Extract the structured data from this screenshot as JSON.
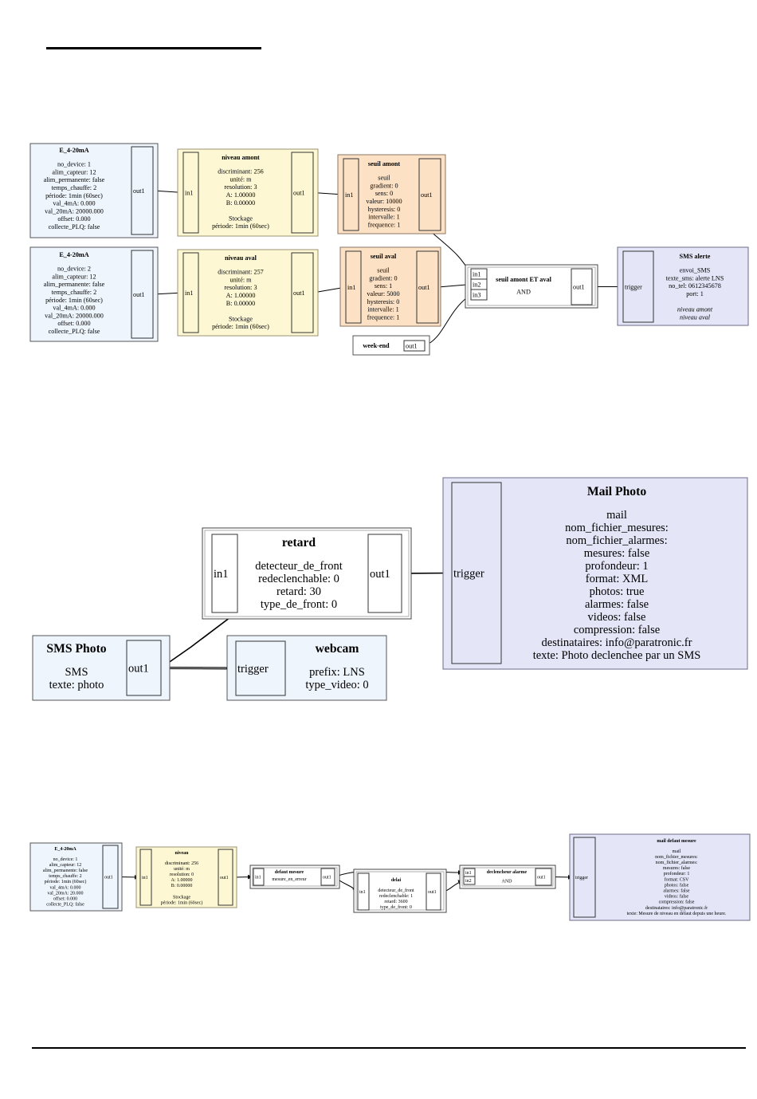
{
  "colors": {
    "input_fill": "#eef5fd",
    "level_fill": "#fdf8d3",
    "level_border": "#9a9370",
    "threshold_fill": "#fde1c4",
    "threshold_border": "#8b7565",
    "logic_fill": "#ffffff",
    "action_fill": "#e4e6f8",
    "action_border": "#6b6b8a",
    "edge": "#000000"
  },
  "diagrams": [
    {
      "id": "diagram1",
      "nodes": [
        {
          "id": "e1",
          "type": "input",
          "title": "E_4-20mA",
          "lines": [
            "no_device: 1",
            "alim_capteur: 12",
            "alim_permanente: false",
            "temps_chauffe: 2",
            "période: 1min (60sec)",
            "val_4mA: 0.000",
            "val_20mA: 20000.000",
            "offset: 0.000",
            "collecte_PLQ: false"
          ],
          "in_ports": [],
          "out_ports": [
            "out1"
          ]
        },
        {
          "id": "e2",
          "type": "input",
          "title": "E_4-20mA",
          "lines": [
            "no_device: 2",
            "alim_capteur: 12",
            "alim_permanente: false",
            "temps_chauffe: 2",
            "période: 1min (60sec)",
            "val_4mA: 0.000",
            "val_20mA: 20000.000",
            "offset: 0.000",
            "collecte_PLQ: false"
          ],
          "in_ports": [],
          "out_ports": [
            "out1"
          ]
        },
        {
          "id": "n1",
          "type": "level",
          "title": "niveau amont",
          "lines": [
            "discriminant: 256",
            "unité: m",
            "resolution: 3",
            "A: 1.00000",
            "B: 0.00000",
            "",
            "Stockage",
            "période: 1min (60sec)"
          ],
          "in_ports": [
            "in1"
          ],
          "out_ports": [
            "out1"
          ]
        },
        {
          "id": "n2",
          "type": "level",
          "title": "niveau aval",
          "lines": [
            "discriminant: 257",
            "unité: m",
            "resolution: 3",
            "A: 1.00000",
            "B: 0.00000",
            "",
            "Stockage",
            "période: 1min (60sec)"
          ],
          "in_ports": [
            "in1"
          ],
          "out_ports": [
            "out1"
          ]
        },
        {
          "id": "s1",
          "type": "threshold",
          "title": "seuil amont",
          "lines": [
            "seuil",
            "gradient: 0",
            "sens: 0",
            "valeur: 10000",
            "hysteresis: 0",
            "intervalle: 1",
            "frequence: 1"
          ],
          "in_ports": [
            "in1"
          ],
          "out_ports": [
            "out1"
          ]
        },
        {
          "id": "s2",
          "type": "threshold",
          "title": "seuil aval",
          "lines": [
            "seuil",
            "gradient: 0",
            "sens: 1",
            "valeur: 5000",
            "hysteresis: 0",
            "intervalle: 1",
            "frequence: 1"
          ],
          "in_ports": [
            "in1"
          ],
          "out_ports": [
            "out1"
          ]
        },
        {
          "id": "we",
          "type": "logic",
          "title": "week-end",
          "lines": [],
          "in_ports": [],
          "out_ports": [
            "out1"
          ]
        },
        {
          "id": "and1",
          "type": "logic",
          "title": "seuil amont ET aval",
          "lines": [
            "AND"
          ],
          "in_ports": [
            "in1",
            "in2",
            "in3"
          ],
          "out_ports": [
            "out1"
          ]
        },
        {
          "id": "sms",
          "type": "action",
          "title": "SMS alerte",
          "lines": [
            "envoi_SMS",
            "texte_sms: alerte LNS",
            "no_tel: 0612345678",
            "port: 1"
          ],
          "italic_lines": [
            "niveau amont",
            "niveau aval"
          ],
          "in_ports": [
            "trigger"
          ],
          "out_ports": []
        }
      ],
      "edges": [
        {
          "from": "e1.out1",
          "to": "n1.in1"
        },
        {
          "from": "e2.out1",
          "to": "n2.in1"
        },
        {
          "from": "n1.out1",
          "to": "s1.in1"
        },
        {
          "from": "n2.out1",
          "to": "s2.in1"
        },
        {
          "from": "s1.out1",
          "to": "and1.in1"
        },
        {
          "from": "s2.out1",
          "to": "and1.in2"
        },
        {
          "from": "we.out1",
          "to": "and1.in3"
        },
        {
          "from": "and1.out1",
          "to": "sms.trigger"
        }
      ]
    },
    {
      "id": "diagram2",
      "nodes": [
        {
          "id": "smsp",
          "type": "input",
          "title": "SMS Photo",
          "lines": [
            "SMS",
            "texte: photo"
          ],
          "in_ports": [],
          "out_ports": [
            "out1"
          ]
        },
        {
          "id": "ret",
          "type": "logic",
          "title": "retard",
          "lines": [
            "detecteur_de_front",
            "redeclenchable: 0",
            "retard: 30",
            "type_de_front: 0"
          ],
          "in_ports": [
            "in1"
          ],
          "out_ports": [
            "out1"
          ]
        },
        {
          "id": "cam",
          "type": "input",
          "title": "webcam",
          "lines": [
            "prefix: LNS",
            "type_video: 0"
          ],
          "in_ports": [
            "trigger"
          ],
          "out_ports": []
        },
        {
          "id": "mail",
          "type": "action",
          "title": "Mail Photo",
          "lines": [
            "mail",
            "nom_fichier_mesures:",
            "nom_fichier_alarmes:",
            "mesures: false",
            "profondeur: 1",
            "format: XML",
            "photos: true",
            "alarmes: false",
            "videos: false",
            "compression: false",
            "destinataires: info@paratronic.fr",
            "texte: Photo declenchee par un SMS"
          ],
          "in_ports": [
            "trigger"
          ],
          "out_ports": []
        }
      ],
      "edges": [
        {
          "from": "smsp.out1",
          "to": "ret.in1"
        },
        {
          "from": "smsp.out1",
          "to": "cam.trigger"
        },
        {
          "from": "ret.out1",
          "to": "mail.trigger"
        }
      ]
    },
    {
      "id": "diagram3",
      "nodes": [
        {
          "id": "e3",
          "type": "input",
          "title": "E_4-20mA",
          "lines": [
            "no_device: 1",
            "alim_capteur: 12",
            "alim_permanente: false",
            "temps_chauffe: 2",
            "période: 1min (60sec)",
            "val_4mA: 0.000",
            "val_20mA: 20.000",
            "offset: 0.000",
            "collecte_PLQ: false"
          ],
          "in_ports": [],
          "out_ports": [
            "out1"
          ]
        },
        {
          "id": "niv",
          "type": "level",
          "title": "niveau",
          "lines": [
            "discriminant: 256",
            "unité: m",
            "resolution: 0",
            "A: 1.00000",
            "B: 0.00000",
            "",
            "Stockage",
            "période: 1min (60sec)"
          ],
          "in_ports": [
            "in1"
          ],
          "out_ports": [
            "out1"
          ]
        },
        {
          "id": "dm",
          "type": "logic",
          "title": "defaut mesure",
          "lines": [
            "mesure_en_erreur"
          ],
          "in_ports": [
            "in1"
          ],
          "out_ports": [
            "out1"
          ]
        },
        {
          "id": "del",
          "type": "logic",
          "title": "delai",
          "lines": [
            "detecteur_de_front",
            "redeclenchable: 1",
            "retard: 3600",
            "type_de_front: 0"
          ],
          "in_ports": [
            "in1"
          ],
          "out_ports": [
            "out1"
          ]
        },
        {
          "id": "dec",
          "type": "logic",
          "title": "declencheur alarme",
          "lines": [
            "AND"
          ],
          "in_ports": [
            "in1",
            "in2"
          ],
          "out_ports": [
            "out1"
          ]
        },
        {
          "id": "mdm",
          "type": "action",
          "title": "mail defaut mesure",
          "lines": [
            "mail",
            "nom_fichier_mesures:",
            "nom_fichier_alarmes:",
            "mesures: false",
            "profondeur: 1",
            "format: CSV",
            "photos: false",
            "alarmes: false",
            "videos: false",
            "compression: false",
            "destinataires: info@paratronic.fr",
            "texte: Mesure de niveau en défaut depuis une heure."
          ],
          "in_ports": [
            "trigger"
          ],
          "out_ports": []
        }
      ],
      "edges": [
        {
          "from": "e3.out1",
          "to": "niv.in1"
        },
        {
          "from": "niv.out1",
          "to": "dm.in1"
        },
        {
          "from": "dm.out1",
          "to": "del.in1"
        },
        {
          "from": "dm.out1",
          "to": "dec.in1"
        },
        {
          "from": "del.out1",
          "to": "dec.in2"
        },
        {
          "from": "dec.out1",
          "to": "mdm.trigger"
        }
      ]
    }
  ]
}
